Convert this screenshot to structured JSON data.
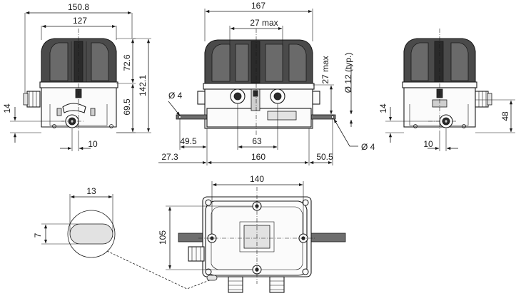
{
  "drawing": {
    "left_view": {
      "overall_width": "150.8",
      "housing_width": "127",
      "hood_height": "72.6",
      "total_height": "142.1",
      "body_height": "69.5",
      "shaft_height": "14",
      "shaft_offset": "10"
    },
    "front_view": {
      "overall_width": "167",
      "hood_spacing": "27 max",
      "hood_height": "27 max",
      "roller_dia": "Ø 12 (typ.)",
      "hole_left": "Ø 4",
      "hole_right": "Ø 4",
      "lever_left": "49.5",
      "lever_mid": "63",
      "lever_total": "160",
      "offset_left": "27.3",
      "offset_right": "50.5"
    },
    "right_view": {
      "shaft_height": "14",
      "total_height": "48",
      "shaft_offset": "10"
    },
    "slot_detail": {
      "width": "13",
      "height": "7"
    },
    "top_view": {
      "width": "140",
      "height": "105"
    }
  }
}
